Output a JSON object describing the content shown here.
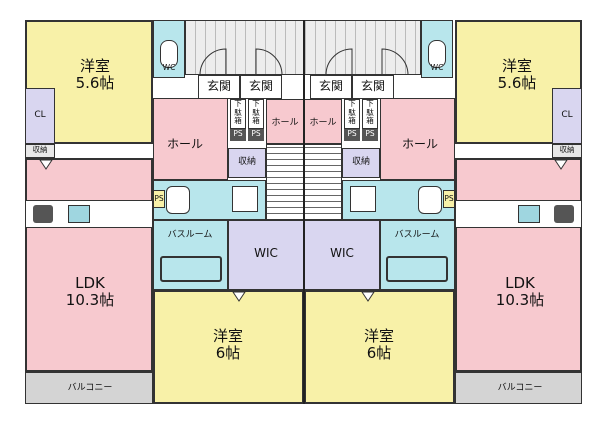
{
  "rooms": {
    "western_small": {
      "name": "洋室",
      "size": "5.6帖"
    },
    "western_large": {
      "name": "洋室",
      "size": "6帖"
    },
    "ldk": {
      "name": "LDK",
      "size": "10.3帖"
    },
    "entrance": "玄関",
    "hall": "ホール",
    "storage": "収納",
    "wic": "WIC",
    "bathroom": "バスルーム",
    "balcony": "バルコニー",
    "wc": "WC",
    "closet": "CL",
    "ps": "PS",
    "shoe_box": "下駄箱"
  },
  "colors": {
    "western": "#f8f1a8",
    "ldk": "#f7c9cf",
    "hall": "#f7c9cf",
    "wet": "#b8e6ec",
    "storage": "#d9d6f0",
    "balcony": "#d4d4d4",
    "corridor": "#e8e8e8"
  }
}
